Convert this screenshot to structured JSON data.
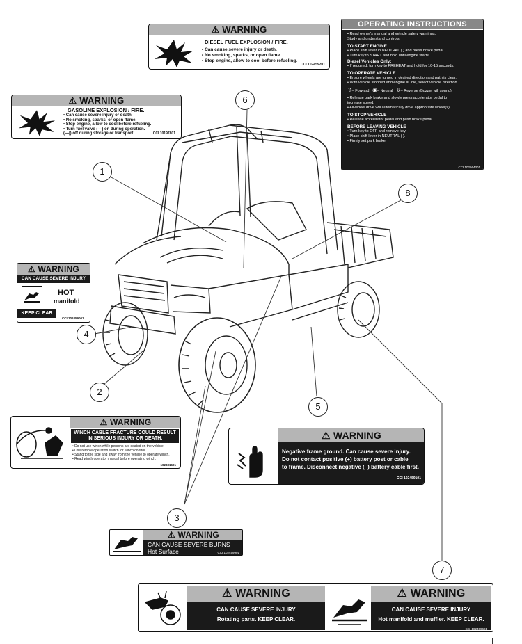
{
  "warning_word": "WARNING",
  "labels": {
    "diesel": {
      "title": "DIESEL FUEL EXPLOSION / FIRE.",
      "lines": [
        "• Can cause severe injury or death.",
        "• No smoking, sparks, or open flame.",
        "• Stop engine, allow to cool before refueling."
      ],
      "cci": "CCI 102459201"
    },
    "gasoline": {
      "title": "GASOLINE EXPLOSION / FIRE.",
      "lines": [
        "• Can cause severe injury or death.",
        "• No smoking, sparks, or open flame.",
        "• Stop engine, allow to cool before refueling.",
        "• Turn fuel valve (—) on during operation.",
        "(—|) off during storage or transport."
      ],
      "cci": "CCI 10197801"
    },
    "hot_manifold": {
      "subtitle": "CAN CAUSE SEVERE INJURY",
      "hot": "HOT",
      "manifold": "manifold",
      "keep_clear": "KEEP CLEAR",
      "cci": "CCI 102459001"
    },
    "winch": {
      "title": "WINCH CABLE FRACTURE COULD RESULT IN SERIOUS INJURY OR DEATH.",
      "lines": [
        "• Do not use winch while persons are seated on the vehicle.",
        "• Use remote operation switch for winch control.",
        "• Stand to the side and away from the vehicle to operate winch.",
        "• Read winch operator manual before operating winch."
      ],
      "cci": "102331601"
    },
    "battery": {
      "lines": [
        "Negative frame ground.  Can cause severe injury.",
        "Do not contact positive (+) battery post or cable",
        "to frame. Disconnect negative (–) battery cable first."
      ],
      "cci": "CCI 102459101"
    },
    "burns": {
      "line1": "CAN CAUSE SEVERE BURNS",
      "line2": "Hot Surface",
      "cci": "CCI 102459901"
    },
    "rotating": {
      "line1": "CAN CAUSE SEVERE INJURY",
      "line2": "Rotating parts. KEEP CLEAR."
    },
    "muffler": {
      "line1": "CAN CAUSE SEVERE INJURY",
      "line2": "Hot manifold and muffler. KEEP CLEAR.",
      "cci": "CCI 102459601"
    }
  },
  "operating": {
    "title": "OPERATING INSTRUCTIONS",
    "intro": [
      "• Read owner's manual and vehicle safety warnings.",
      "  Study and understand controls."
    ],
    "start_title": "TO START ENGINE",
    "start_lines": [
      "• Place shift lever in NEUTRAL (  ) and press brake pedal.",
      "• Turn key to START and hold until engine starts."
    ],
    "diesel_title": "Diesel Vehicles Only:",
    "diesel_lines": [
      "• If required, turn key to PREHEAT and hold for 10-15 seconds."
    ],
    "operate_title": "TO OPERATE VEHICLE",
    "operate_lines": [
      "• Ensure wheels are turned in desired direction and path is clear.",
      "• With vehicle stopped and engine at idle, select vehicle direction."
    ],
    "forward": "– Forward",
    "neutral": "– Neutral",
    "reverse": "– Reverse (Buzzer will sound)",
    "operate_lines2": [
      "• Release park brake and slowly press accelerator pedal to",
      "  increase speed.",
      "• All-wheel drive will automatically drive appropriate wheel(s)."
    ],
    "stop_title": "TO STOP VEHICLE",
    "stop_lines": [
      "• Release accelerator pedal and push brake pedal."
    ],
    "leave_title": "BEFORE LEAVING VEHICLE",
    "leave_lines": [
      "• Turn key to OFF and remove key.",
      "• Place shift lever in NEUTRAL (  ).",
      "• Firmly set park brake."
    ],
    "cci": "CCI 102664301"
  },
  "callouts": [
    "1",
    "2",
    "3",
    "4",
    "5",
    "6",
    "7",
    "8"
  ]
}
